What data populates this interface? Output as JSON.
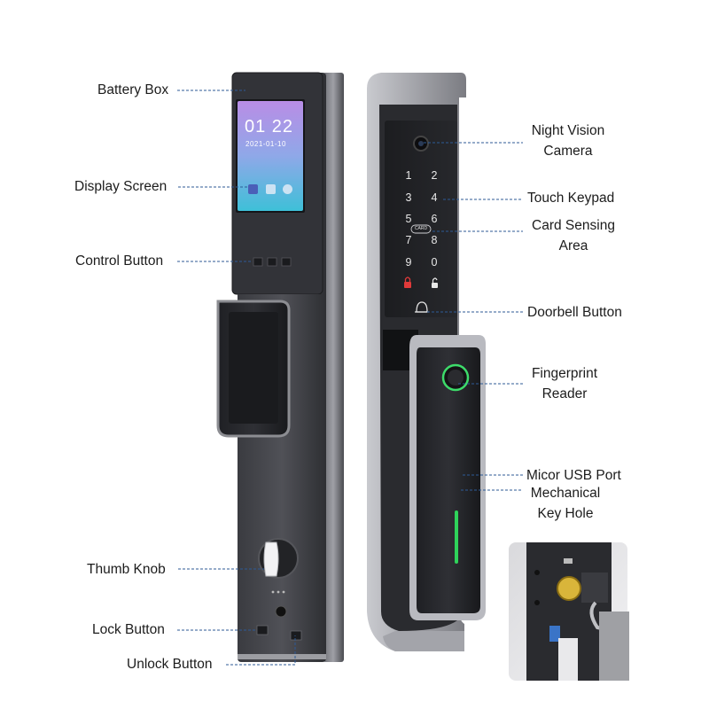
{
  "labels": {
    "battery_box": "Battery Box",
    "display_screen": "Display Screen",
    "control_button": "Control Button",
    "thumb_knob": "Thumb Knob",
    "lock_button": "Lock Button",
    "unlock_button": "Unlock Button",
    "night_vision_line1": "Night Vision",
    "night_vision_line2": "Camera",
    "touch_keypad": "Touch Keypad",
    "card_area_line1": "Card Sensing",
    "card_area_line2": "Area",
    "doorbell_button": "Doorbell Button",
    "fingerprint_line1": "Fingerprint",
    "fingerprint_line2": "Reader",
    "usb_port": "Micor USB Port",
    "keyhole_line1": "Mechanical",
    "keyhole_line2": "Key Hole"
  },
  "screen": {
    "time": "01 22",
    "date": "2021-01-10"
  },
  "keypad": {
    "keys": [
      "1",
      "2",
      "3",
      "4",
      "5",
      "6",
      "7",
      "8",
      "9",
      "0"
    ],
    "card_text": "CARD"
  },
  "colors": {
    "leader_line": "#2d5a96",
    "fingerprint_ring": "#3ddc6a",
    "status_light": "#2fd35a",
    "lock_red": "#e03a3a",
    "body_dark": "#2b2c30",
    "screen_gradient_top": "#b98de6",
    "screen_gradient_bottom": "#3ec0d8"
  }
}
